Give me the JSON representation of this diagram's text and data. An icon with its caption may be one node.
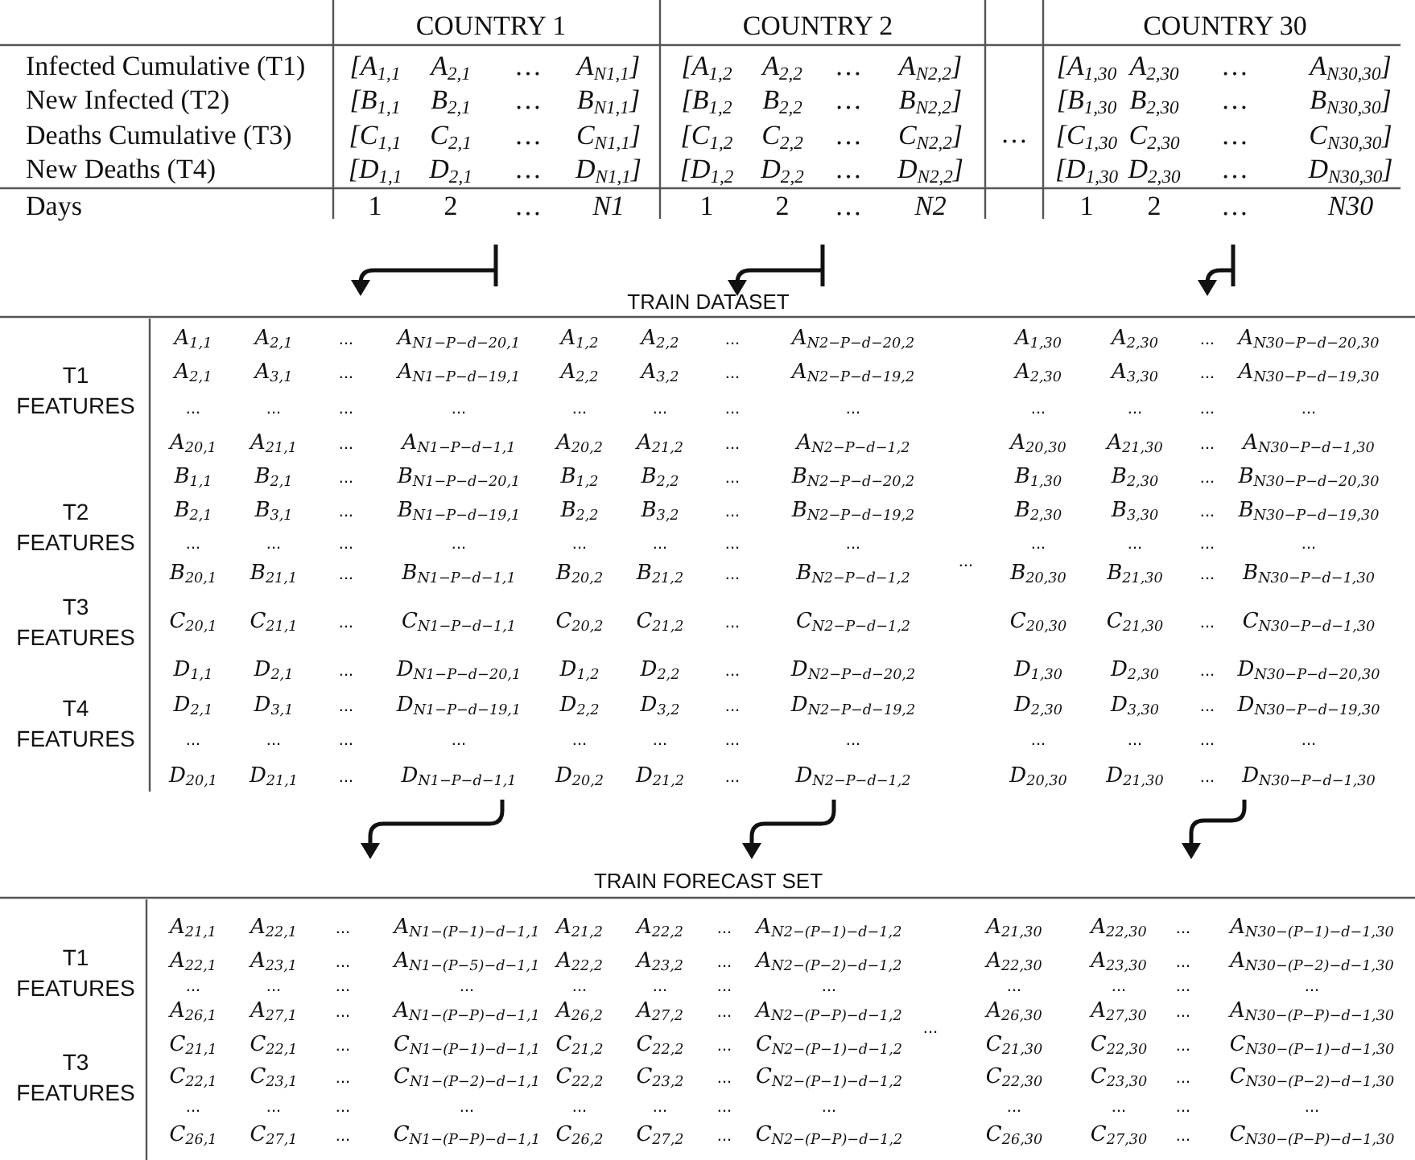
{
  "diagram": {
    "labels": [
      "COUNTRY 1",
      "COUNTRY 2",
      "COUNTRY 30",
      "Infected Cumulative (T1)",
      "[A$_{1,1}$",
      "A$_{2,1}$",
      "…",
      "A$_{N1,1}$]",
      "[A$_{1,2}$",
      "A$_{2,2}$",
      "…",
      "A$_{N2,2}$]",
      "[A$_{1,30}$",
      "A$_{2,30}$",
      "…",
      "A$_{N30,30}$]",
      "New Infected (T2)",
      "[B$_{1,1}$",
      "B$_{2,1}$",
      "…",
      "B$_{N1,1}$]",
      "[B$_{1,2}$",
      "B$_{2,2}$",
      "…",
      "B$_{N2,2}$]",
      "[B$_{1,30}$",
      "B$_{2,30}$",
      "…",
      "B$_{N30,30}$]",
      "Deaths Cumulative (T3)",
      "[C$_{1,1}$",
      "C$_{2,1}$",
      "…",
      "C$_{N1,1}$]",
      "[C$_{1,2}$",
      "C$_{2,2}$",
      "…",
      "C$_{N2,2}$]",
      "[C$_{1,30}$",
      "C$_{2,30}$",
      "…",
      "C$_{N30,30}$]",
      "…",
      "New Deaths (T4)",
      "[D$_{1,1}$",
      "D$_{2,1}$",
      "…",
      "D$_{N1,1}$]",
      "[D$_{1,2}$",
      "D$_{2,2}$",
      "…",
      "D$_{N2,2}$]",
      "[D$_{1,30}$",
      "D$_{2,30}$",
      "…",
      "D$_{N30,30}$]",
      "Days",
      "1",
      "2",
      "…",
      "N1",
      "1",
      "2",
      "…",
      "N2",
      "1",
      "2",
      "…",
      "N30",
      "TRAIN DATASET",
      "T1 FEATURES",
      "A$_{1,1}$",
      "A$_{2,1}$",
      "...",
      "A$_{N1−P−d−20,1}$",
      "A$_{1,2}$",
      "A$_{2,2}$",
      "...",
      "A$_{N2−P−d−20,2}$",
      "A$_{1,30}$",
      "A$_{2,30}$",
      "...",
      "A$_{N30−P−d−20,30}$",
      "A$_{2,1}$",
      "A$_{3,1}$",
      "...",
      "A$_{N1−P−d−19,1}$",
      "A$_{2,2}$",
      "A$_{3,2}$",
      "...",
      "A$_{N2−P−d−19,2}$",
      "A$_{2,30}$",
      "A$_{3,30}$",
      "...",
      "A$_{N30−P−d−19,30}$",
      "...",
      "...",
      "...",
      "...",
      "...",
      "...",
      "...",
      "...",
      "...",
      "...",
      "...",
      "...",
      "A$_{20,1}$",
      "A$_{21,1}$",
      "...",
      "A$_{N1−P−d−1,1}$",
      "A$_{20,2}$",
      "A$_{21,2}$",
      "...",
      "A$_{N2−P−d−1,2}$",
      "A$_{20,30}$",
      "A$_{21,30}$",
      "...",
      "A$_{N30−P−d−1,30}$",
      "T2 FEATURES",
      "B$_{1,1}$",
      "B$_{2,1}$",
      "...",
      "B$_{N1−P−d−20,1}$",
      "B$_{1,2}$",
      "B$_{2,2}$",
      "...",
      "B$_{N2−P−d−20,2}$",
      "B$_{1,30}$",
      "B$_{2,30}$",
      "...",
      "B$_{N30−P−d−20,30}$",
      "B$_{2,1}$",
      "B$_{3,1}$",
      "...",
      "B$_{N1−P−d−19,1}$",
      "B$_{2,2}$",
      "B$_{3,2}$",
      "...",
      "B$_{N2−P−d−19,2}$",
      "B$_{2,30}$",
      "B$_{3,30}$",
      "...",
      "B$_{N30−P−d−19,30}$",
      "...",
      "...",
      "...",
      "...",
      "...",
      "...",
      "...",
      "...",
      "...",
      "...",
      "...",
      "...",
      "B$_{20,1}$",
      "B$_{21,1}$",
      "...",
      "B$_{N1−P−d−1,1}$",
      "B$_{20,2}$",
      "B$_{21,2}$",
      "...",
      "B$_{N2−P−d−1,2}$",
      "B$_{20,30}$",
      "B$_{21,30}$",
      "...",
      "B$_{N30−P−d−1,30}$",
      "...",
      "T3 FEATURES",
      "C$_{20,1}$",
      "C$_{21,1}$",
      "...",
      "C$_{N1−P−d−1,1}$",
      "C$_{20,2}$",
      "C$_{21,2}$",
      "...",
      "C$_{N2−P−d−1,2}$",
      "C$_{20,30}$",
      "C$_{21,30}$",
      "...",
      "C$_{N30−P−d−1,30}$",
      "T4 FEATURES",
      "D$_{1,1}$",
      "D$_{2,1}$",
      "...",
      "D$_{N1−P−d−20,1}$",
      "D$_{1,2}$",
      "D$_{2,2}$",
      "...",
      "D$_{N2−P−d−20,2}$",
      "D$_{1,30}$",
      "D$_{2,30}$",
      "...",
      "D$_{N30−P−d−20,30}$",
      "D$_{2,1}$",
      "D$_{3,1}$",
      "...",
      "D$_{N1−P−d−19,1}$",
      "D$_{2,2}$",
      "D$_{3,2}$",
      "...",
      "D$_{N2−P−d−19,2}$",
      "D$_{2,30}$",
      "D$_{3,30}$",
      "...",
      "D$_{N30−P−d−19,30}$",
      "...",
      "...",
      "...",
      "...",
      "...",
      "...",
      "...",
      "...",
      "...",
      "...",
      "...",
      "...",
      "D$_{20,1}$",
      "D$_{21,1}$",
      "...",
      "D$_{N1−P−d−1,1}$",
      "D$_{20,2}$",
      "D$_{21,2}$",
      "...",
      "D$_{N2−P−d−1,2}$",
      "D$_{20,30}$",
      "D$_{21,30}$",
      "...",
      "D$_{N30−P−d−1,30}$",
      "TRAIN FORECAST SET",
      "T1 FEATURES",
      "A$_{21,1}$",
      "A$_{22,1}$",
      "...",
      "A$_{N1−(P−1)−d−1,1}$",
      "A$_{21,2}$",
      "A$_{22,2}$",
      "...",
      "A$_{N2−(P−1)−d−1,2}$",
      "A$_{21,30}$",
      "A$_{22,30}$",
      "...",
      "A$_{N30−(P−1)−d−1,30}$",
      "A$_{22,1}$",
      "A$_{23,1}$",
      "...",
      "A$_{N1−(P−5)−d−1,1}$",
      "A$_{22,2}$",
      "A$_{23,2}$",
      "...",
      "A$_{N2−(P−2)−d−1,2}$",
      "A$_{22,30}$",
      "A$_{23,30}$",
      "...",
      "A$_{N30−(P−2)−d−1,30}$",
      "...",
      "...",
      "...",
      "...",
      "...",
      "...",
      "...",
      "...",
      "...",
      "...",
      "...",
      "...",
      "A$_{26,1}$",
      "A$_{27,1}$",
      "...",
      "A$_{N1−(P−P)−d−1,1}$",
      "A$_{26,2}$",
      "A$_{27,2}$",
      "...",
      "A$_{N2−(P−P)−d−1,2}$",
      "A$_{26,30}$",
      "A$_{27,30}$",
      "...",
      "A$_{N30−(P−P)−d−1,30}$",
      "...",
      "T3 FEATURES",
      "C$_{21,1}$",
      "C$_{22,1}$",
      "...",
      "C$_{N1−(P−1)−d−1,1}$",
      "C$_{21,2}$",
      "C$_{22,2}$",
      "...",
      "C$_{N2−(P−1)−d−1,2}$",
      "C$_{21,30}$",
      "C$_{22,30}$",
      "...",
      "C$_{N30−(P−1)−d−1,30}$",
      "C$_{22,1}$",
      "C$_{23,1}$",
      "...",
      "C$_{N1−(P−2)−d−1,1}$",
      "C$_{22,2}$",
      "C$_{23,2}$",
      "...",
      "C$_{N2−(P−1)−d−1,2}$",
      "C$_{22,30}$",
      "C$_{23,30}$",
      "...",
      "C$_{N30−(P−2)−d−1,30}$",
      "...",
      "...",
      "...",
      "...",
      "...",
      "...",
      "...",
      "...",
      "...",
      "...",
      "...",
      "...",
      "C$_{26,1}$",
      "C$_{27,1}$",
      "...",
      "C$_{N1−(P−P)−d−1,1}$",
      "C$_{26,2}$",
      "C$_{27,2}$",
      "...",
      "C$_{N2−(P−P)−d−1,2}$",
      "C$_{26,30}$",
      "C$_{27,30}$",
      "...",
      "C$_{N30−(P−P)−d−1,30}$"
    ]
  }
}
